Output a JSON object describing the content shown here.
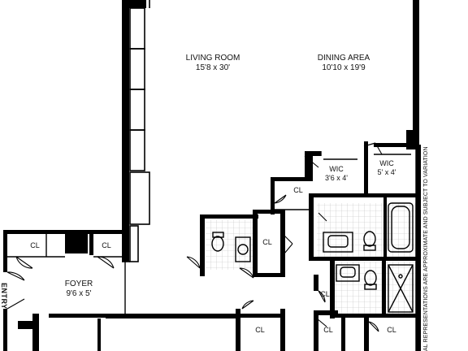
{
  "rooms": {
    "living": {
      "name": "LIVING ROOM",
      "dims": "15'8 x 30'"
    },
    "dining": {
      "name": "DINING AREA",
      "dims": "10'10 x 19'9"
    },
    "foyer": {
      "name": "FOYER",
      "dims": "9'6 x 5'"
    },
    "wic1": {
      "name": "WIC",
      "dims": "3'6 x 4'"
    },
    "wic2": {
      "name": "WIC",
      "dims": "5' x 4'"
    }
  },
  "closets": {
    "label": "CL"
  },
  "entry_label": "ENTRY",
  "disclaimer": "AL REPRESENTATIONS ARE APPROXIMATE AND SUBJECT TO VARIATION"
}
